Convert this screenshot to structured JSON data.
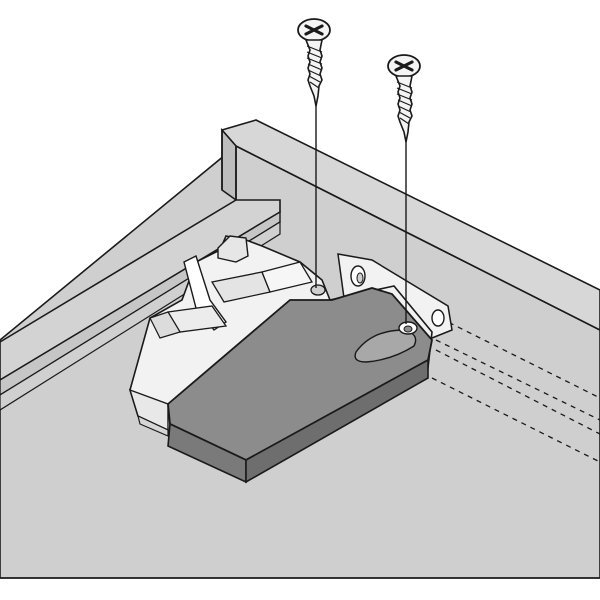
{
  "diagram": {
    "colors": {
      "background": "#ffffff",
      "cabinet": "#cfcfcf",
      "cabinet_dark": "#bdbdbd",
      "bracket": "#f2f2f2",
      "cover": "#8c8c8c",
      "cover_light": "#a8a8a8",
      "line": "#1a1a1a"
    },
    "parts": [
      {
        "key": "cabinet-panel",
        "desc_icon": "panel-icon"
      },
      {
        "key": "mounting-bracket",
        "desc_icon": "bracket-icon"
      },
      {
        "key": "bracket-cover",
        "desc_icon": "cover-icon"
      },
      {
        "key": "screw-left",
        "desc_icon": "screw-icon"
      },
      {
        "key": "screw-right",
        "desc_icon": "screw-icon"
      },
      {
        "key": "drawer-runner-outline",
        "desc_icon": "dashed-outline-icon"
      }
    ]
  }
}
